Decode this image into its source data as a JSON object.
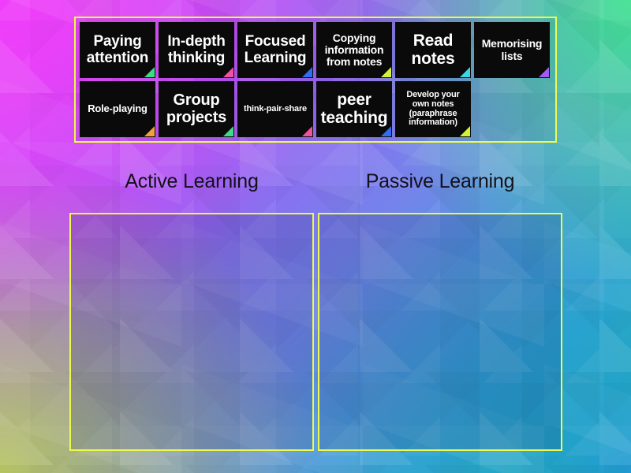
{
  "activity": {
    "type": "group-sort",
    "tray_border_color": "#eef94f",
    "tile_bg_color": "#0a0a0a",
    "tile_text_color": "#ffffff"
  },
  "word_bank": {
    "rows": [
      [
        {
          "label": "Paying attention",
          "font_size": 19,
          "width": 96,
          "corner_color": "#3ddc84"
        },
        {
          "label": "In-depth thinking",
          "font_size": 19,
          "width": 96,
          "corner_color": "#f0539e"
        },
        {
          "label": "Focused Learning",
          "font_size": 19,
          "width": 96,
          "corner_color": "#2f6ef0"
        },
        {
          "label": "Copying information from notes",
          "font_size": 14,
          "width": 96,
          "corner_color": "#d4f23a"
        },
        {
          "label": "Read notes",
          "font_size": 21,
          "width": 96,
          "corner_color": "#3ad6e8"
        },
        {
          "label": "Memorising lists",
          "font_size": 14,
          "width": 96,
          "corner_color": "#a35cf2"
        }
      ],
      [
        {
          "label": "Role-playing",
          "font_size": 13,
          "width": 96,
          "corner_color": "#f0a23a"
        },
        {
          "label": "Group projects",
          "font_size": 20,
          "width": 96,
          "corner_color": "#3ddc84"
        },
        {
          "label": "think-pair-share",
          "font_size": 11,
          "width": 96,
          "corner_color": "#f0539e"
        },
        {
          "label": "peer teaching",
          "font_size": 21,
          "width": 96,
          "corner_color": "#2f6ef0"
        },
        {
          "label": "Develop your own notes (paraphrase information)",
          "font_size": 11,
          "width": 96,
          "corner_color": "#d4f23a"
        }
      ]
    ]
  },
  "categories": [
    {
      "title": "Active Learning",
      "zone_name": "active-learning",
      "items": []
    },
    {
      "title": "Passive Learning",
      "zone_name": "passive-learning",
      "items": []
    }
  ]
}
